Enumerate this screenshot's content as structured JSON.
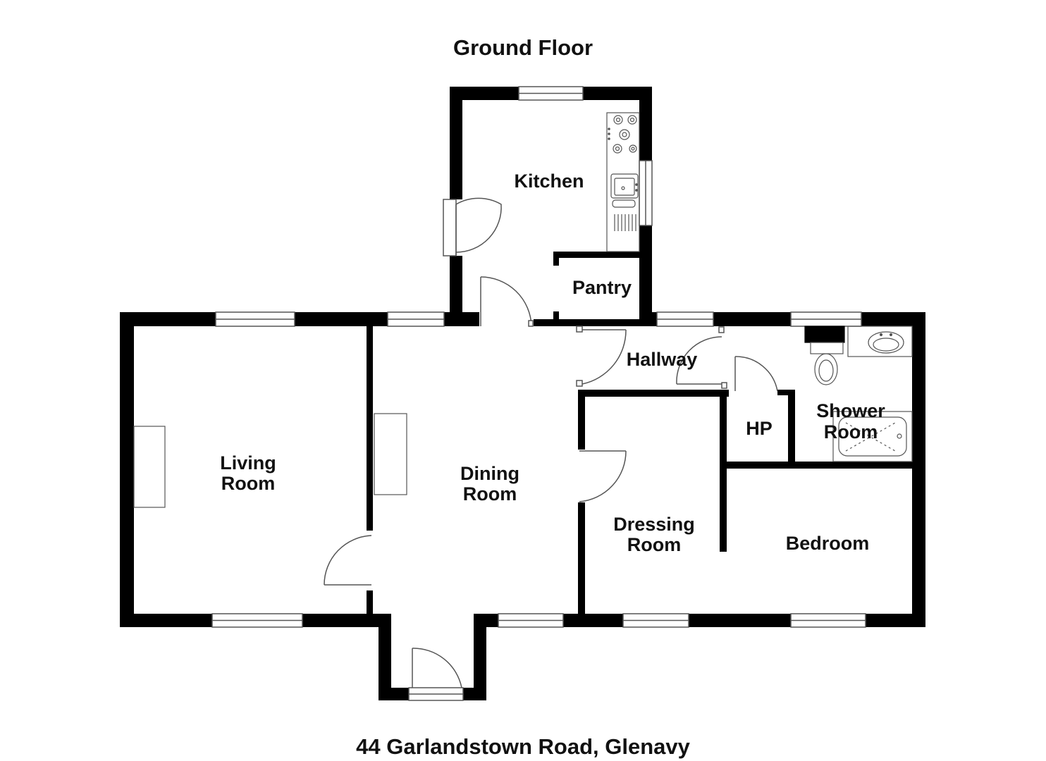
{
  "floor_title": "Ground Floor",
  "address": "44 Garlandstown Road, Glenavy",
  "rooms": {
    "kitchen": [
      "Kitchen"
    ],
    "pantry": [
      "Pantry"
    ],
    "hallway": [
      "Hallway"
    ],
    "living_room": [
      "Living",
      "Room"
    ],
    "dining_room": [
      "Dining",
      "Room"
    ],
    "hp": [
      "HP"
    ],
    "shower_room": [
      "Shower",
      "Room"
    ],
    "dressing_room": [
      "Dressing",
      "Room"
    ],
    "bedroom": [
      "Bedroom"
    ]
  },
  "colors": {
    "wall": "#000000",
    "background": "#ffffff",
    "fixture_line": "#555555"
  }
}
